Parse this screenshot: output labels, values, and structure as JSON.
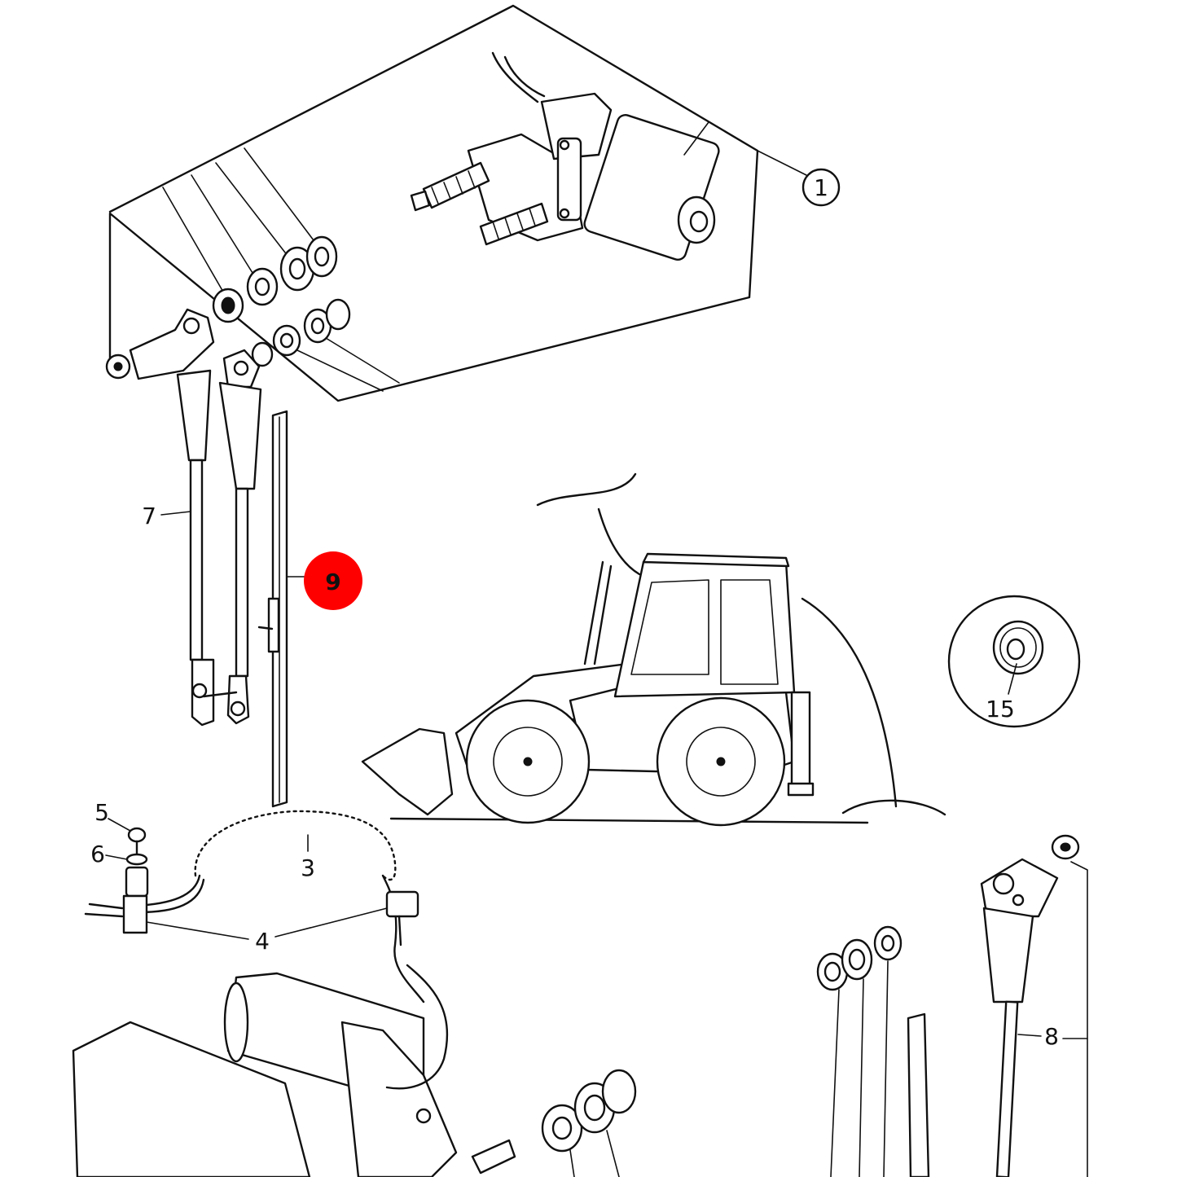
{
  "callouts": {
    "p1": "1",
    "p3": "3",
    "p4": "4",
    "p5": "5",
    "p6": "6",
    "p7": "7",
    "p8": "8",
    "p9": "9",
    "p15": "15"
  },
  "colors": {
    "line": "#111111",
    "highlight": "#ff0000",
    "highlight_text": "#111111",
    "background": "#ffffff"
  }
}
